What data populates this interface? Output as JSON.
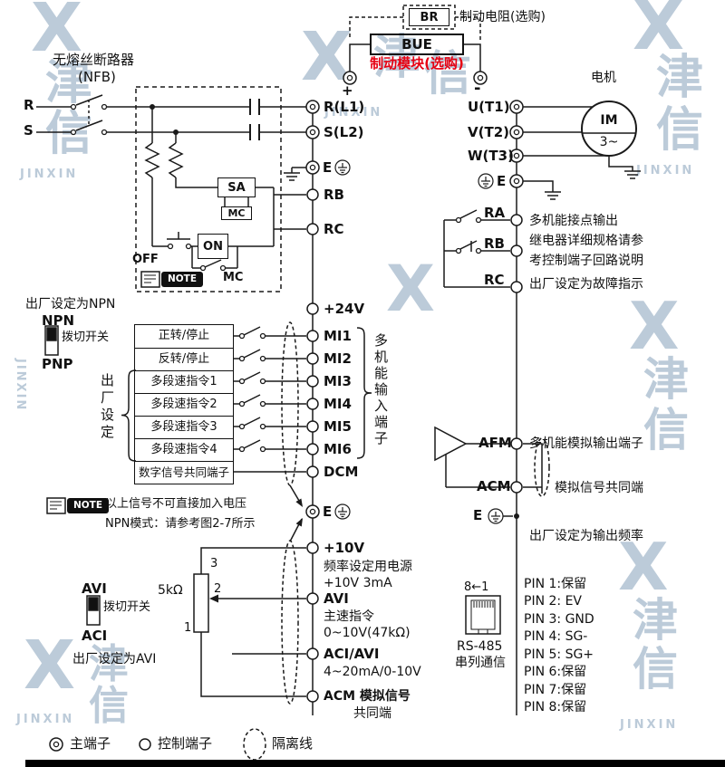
{
  "colors": {
    "line": "#1a1a1a",
    "accent_red": "#e60012",
    "watermark": "#bccbd9"
  },
  "watermark": {
    "x": "X",
    "cn1": "津",
    "cn2": "信",
    "en": "JINXIN"
  },
  "top": {
    "br": "BR",
    "br_note": "制动电阻(选购)",
    "bue": "BUE",
    "bue_note": "制动模块(选购)",
    "plus": "+",
    "minus": "-"
  },
  "nfb": {
    "title": "无熔丝断路器",
    "sub": "(NFB)",
    "r": "R",
    "s": "S",
    "sa": "SA",
    "mc_coil": "MC",
    "off": "OFF",
    "on": "ON",
    "mc_aux": "MC",
    "note": "NOTE"
  },
  "left": {
    "r": "R(L1)",
    "s": "S(L2)",
    "e1": "E",
    "rb": "RB",
    "rc": "RC",
    "p24": "+24V",
    "mi1": "MI1",
    "mi2": "MI2",
    "mi3": "MI3",
    "mi4": "MI4",
    "mi5": "MI5",
    "mi6": "MI6",
    "dcm": "DCM",
    "e2": "E",
    "p10": "+10V",
    "p10_d1": "频率设定用电源",
    "p10_d2": "+10V 3mA",
    "avi": "AVI",
    "avi_d1": "主速指令",
    "avi_d2": "0~10V(47kΩ)",
    "aci": "ACI/AVI",
    "aci_d1": "4~20mA/0-10V",
    "acm": "ACM 模拟信号",
    "acm_d1": "共同端"
  },
  "digital": {
    "default_note": "出厂设定为NPN",
    "npn": "NPN",
    "pnp": "PNP",
    "toggle": "拨切开关",
    "rows": [
      "正转/停止",
      "反转/停止",
      "多段速指令1",
      "多段速指令2",
      "多段速指令3",
      "多段速指令4",
      "数字信号共同端子"
    ],
    "factory": "出厂设定",
    "group": "多机能输入端子",
    "note": "NOTE",
    "note_l1": "以上信号不可直接加入电压",
    "note_l2": "NPN模式：请参考图2-7所示"
  },
  "analog": {
    "pot3": "3",
    "pot2": "2",
    "pot1": "1",
    "pot_val": "5kΩ",
    "avi": "AVI",
    "aci": "ACI",
    "toggle": "拨切开关",
    "default_note": "出厂设定为AVI"
  },
  "right": {
    "motor": "电机",
    "motor_l1": "IM",
    "motor_l2": "3~",
    "u": "U(T1)",
    "v": "V(T2)",
    "w": "W(T3)",
    "e1": "E",
    "ra": "RA",
    "rb": "RB",
    "rc": "RC",
    "relay_l1": "多机能接点输出",
    "relay_l2": "继电器详细规格请参",
    "relay_l3": "考控制端子回路说明",
    "relay_l4": "出厂设定为故障指示",
    "afm": "AFM",
    "afm_note": "多机能模拟输出端子",
    "acm": "ACM",
    "acm_note": "模拟信号共同端",
    "e2": "E",
    "e2_note": "出厂设定为输出频率",
    "rs485_pins": "8←1",
    "rs485": "RS-485",
    "rs485_sub": "串列通信",
    "pins": [
      "PIN 1:保留",
      "PIN 2: EV",
      "PIN 3: GND",
      "PIN 4: SG-",
      "PIN 5: SG+",
      "PIN 6:保留",
      "PIN 7:保留",
      "PIN 8:保留"
    ]
  },
  "legend": {
    "main": "主端子",
    "control": "控制端子",
    "shield": "隔离线"
  }
}
